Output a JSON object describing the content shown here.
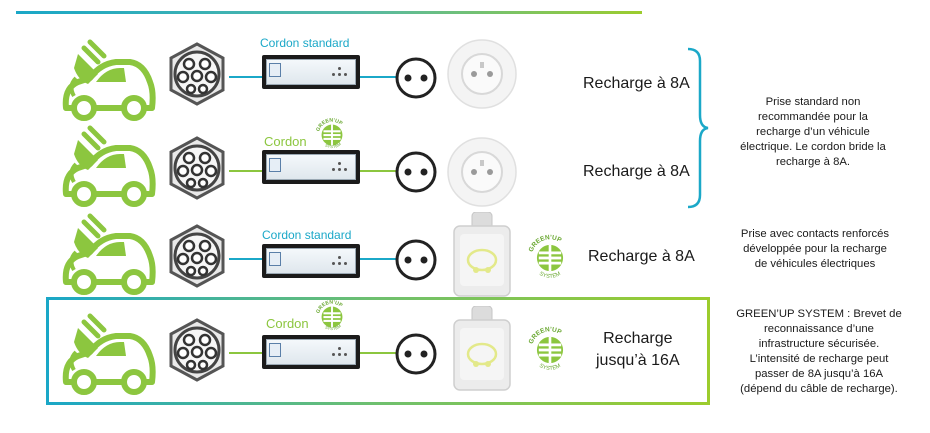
{
  "colors": {
    "green": "#8cc63f",
    "teal": "#1ba8c8",
    "dark": "#1b1b1b"
  },
  "rows": [
    {
      "cord_label": "Cordon standard",
      "cord_type": "standard",
      "outlet": "standard-socket",
      "recharge": "Recharge à 8A"
    },
    {
      "cord_label": "Cordon",
      "cord_type": "greenup",
      "outlet": "standard-socket",
      "recharge": "Recharge à 8A"
    },
    {
      "cord_label": "Cordon standard",
      "cord_type": "standard",
      "outlet": "greenup-socket",
      "recharge": "Recharge à 8A"
    },
    {
      "cord_label": "Cordon",
      "cord_type": "greenup",
      "outlet": "greenup-socket",
      "recharge_line1": "Recharge",
      "recharge_line2": "jusqu’à 16A"
    }
  ],
  "greenup_logo": {
    "top": "GREEN’UP",
    "bottom": "SYSTEM"
  },
  "notes": {
    "standard": [
      "Prise standard non",
      "recommandée pour la",
      "recharge d’un véhicule",
      "électrique. Le cordon bride la",
      "recharge à 8A."
    ],
    "reinforced": [
      "Prise avec contacts renforcés",
      "développée pour la recharge",
      "de véhicules électriques"
    ],
    "greenup": [
      "GREEN’UP SYSTEM : Brevet de",
      "reconnaissance d’une",
      "infrastructure sécurisée.",
      "L’intensité de recharge peut",
      "passer de 8A jusqu’à 16A",
      "(dépend du câble de recharge)."
    ]
  }
}
